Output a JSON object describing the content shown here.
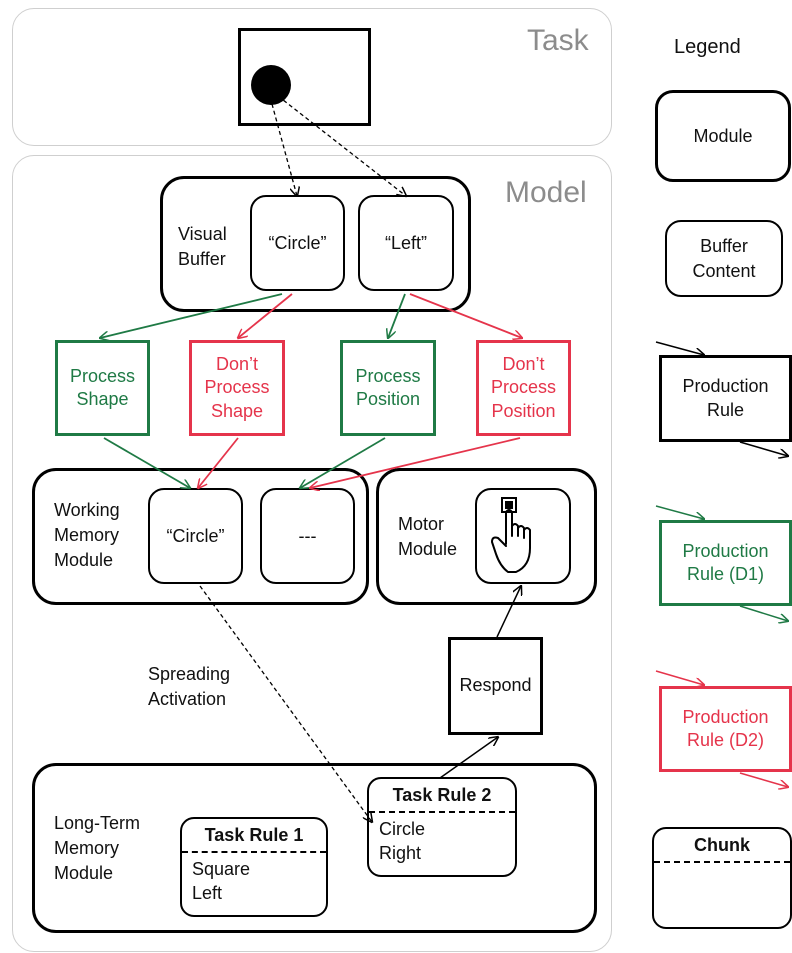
{
  "task": {
    "title": "Task"
  },
  "model": {
    "title": "Model",
    "visual_buffer": {
      "label": "Visual\nBuffer",
      "circle": "“Circle”",
      "left": "“Left”"
    },
    "rules": {
      "process_shape": "Process\nShape",
      "dont_process_shape": "Don’t\nProcess\nShape",
      "process_position": "Process\nPosition",
      "dont_process_position": "Don’t\nProcess\nPosition",
      "respond": "Respond"
    },
    "working_memory": {
      "label": "Working\nMemory\nModule",
      "circle": "“Circle”",
      "empty": "---"
    },
    "motor": {
      "label": "Motor\nModule"
    },
    "spreading_activation": "Spreading\nActivation",
    "long_term": {
      "label": "Long-Term\nMemory\nModule",
      "task_rule_1": {
        "title": "Task Rule 1",
        "body": "Square\nLeft"
      },
      "task_rule_2": {
        "title": "Task Rule 2",
        "body": "Circle\nRight"
      }
    }
  },
  "legend": {
    "title": "Legend",
    "module": "Module",
    "buffer_content": "Buffer\nContent",
    "production_rule": "Production\nRule",
    "production_rule_d1": "Production\nRule (D1)",
    "production_rule_d2": "Production\nRule (D2)",
    "chunk": "Chunk"
  },
  "colors": {
    "green": "#1f7a45",
    "red": "#e5344b",
    "panel_border": "#cfcfcf",
    "title_gray": "#8c8c8c"
  }
}
